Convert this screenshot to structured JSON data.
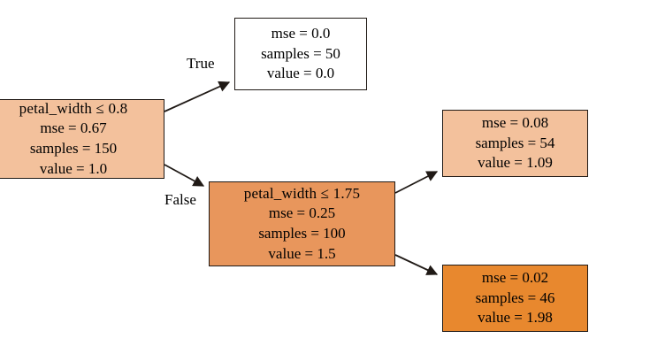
{
  "diagram": {
    "type": "decision-tree",
    "background": "#ffffff",
    "border_color": "#201a16",
    "text_color": "#000000"
  },
  "nodes": {
    "root": {
      "id": "root",
      "kind": "internal",
      "condition": "petal_width  ≤  0.8",
      "mse": "mse = 0.67",
      "samples": "samples = 150",
      "value": "value = 1.0",
      "fill": "#f3c19c"
    },
    "leaf_true": {
      "id": "leaf_true",
      "kind": "leaf",
      "mse": "mse = 0.0",
      "samples": "samples = 50",
      "value": "value = 0.0",
      "fill": "#ffffff"
    },
    "internal": {
      "id": "internal",
      "kind": "internal",
      "condition": "petal_width  ≤  1.75",
      "mse": "mse = 0.25",
      "samples": "samples = 100",
      "value": "value = 1.5",
      "fill": "#e8965c"
    },
    "leaf_a": {
      "id": "leaf_a",
      "kind": "leaf",
      "mse": "mse = 0.08",
      "samples": "samples = 54",
      "value": "value = 1.09",
      "fill": "#f3c19c"
    },
    "leaf_b": {
      "id": "leaf_b",
      "kind": "leaf",
      "mse": "mse = 0.02",
      "samples": "samples = 46",
      "value": "value = 1.98",
      "fill": "#e8882e"
    }
  },
  "edges": {
    "true_label": "True",
    "false_label": "False"
  },
  "chart_data": {
    "type": "tree",
    "title": "",
    "criterion": "mse",
    "nodes": [
      {
        "name": "root",
        "feature": "petal_width",
        "threshold": 0.8,
        "mse": 0.67,
        "samples": 150,
        "value": 1.0,
        "fill": "#f3c19c"
      },
      {
        "name": "leaf_true",
        "feature": null,
        "threshold": null,
        "mse": 0.0,
        "samples": 50,
        "value": 0.0,
        "fill": "#ffffff"
      },
      {
        "name": "internal",
        "feature": "petal_width",
        "threshold": 1.75,
        "mse": 0.25,
        "samples": 100,
        "value": 1.5,
        "fill": "#e8965c"
      },
      {
        "name": "leaf_a",
        "feature": null,
        "threshold": null,
        "mse": 0.08,
        "samples": 54,
        "value": 1.09,
        "fill": "#f3c19c"
      },
      {
        "name": "leaf_b",
        "feature": null,
        "threshold": null,
        "mse": 0.02,
        "samples": 46,
        "value": 1.98,
        "fill": "#e8882e"
      }
    ],
    "links": [
      {
        "from": "root",
        "to": "leaf_true",
        "label": "True"
      },
      {
        "from": "root",
        "to": "internal",
        "label": "False"
      },
      {
        "from": "internal",
        "to": "leaf_a",
        "label": ""
      },
      {
        "from": "internal",
        "to": "leaf_b",
        "label": ""
      }
    ]
  }
}
